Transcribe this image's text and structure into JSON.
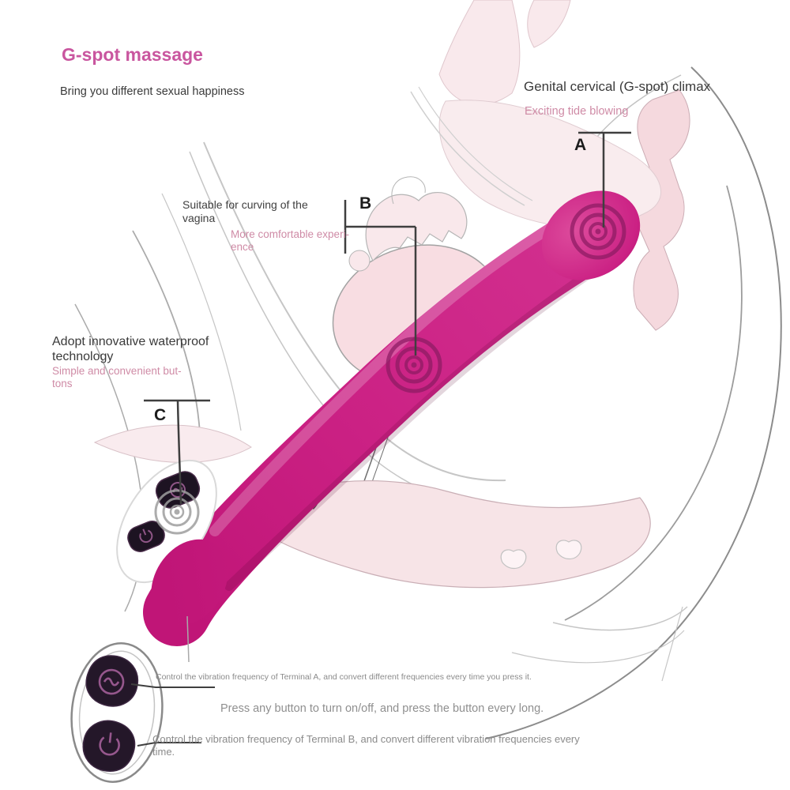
{
  "header": {
    "title": "G-spot massage",
    "subtitle": "Bring you different sexual happiness"
  },
  "annotations": {
    "a": {
      "letter": "A",
      "heading": "Genital cervical (G-spot) climax",
      "sub": "Exciting tide blowing"
    },
    "b": {
      "letter": "B",
      "heading_line1": "Suitable for curving of the",
      "heading_line2": "vagina",
      "sub_line1": "More comfortable experi-",
      "sub_line2": "ence"
    },
    "c": {
      "letter": "C",
      "heading_line1": "Adopt innovative waterproof",
      "heading_line2": "technology",
      "sub_line1": "Simple and convenient but-",
      "sub_line2": "tons"
    }
  },
  "captions": {
    "terminal_a": "Control the vibration frequency of Terminal A, and convert different frequencies every time you press it.",
    "power": "Press any button to turn on/off, and press the button every long.",
    "terminal_b_line1": "Control the vibration frequency of Terminal B, and convert different vibration frequencies every",
    "terminal_b_line2": "time."
  },
  "remote": {
    "buttons": [
      {
        "icon": "wave-icon"
      },
      {
        "icon": "power-icon"
      }
    ]
  },
  "product": {
    "buttons": [
      {
        "icon": "wave-icon"
      },
      {
        "icon": "power-icon"
      }
    ],
    "vibration_points": [
      "tip",
      "mid-shaft",
      "base"
    ]
  },
  "colors": {
    "page-bg": "#ffffff",
    "accent-pink": "#c9569f",
    "soft-pink-text": "#cf8ba6",
    "heading-text": "#3a3a3a",
    "caption-gray": "#8b8b8b",
    "marker-black": "#1c1c1c",
    "product-magenta": "#cb2184",
    "product-magenta-dark": "#a90e66",
    "button-dark": "#1d1322",
    "anatomy-pink": "#f8dde2"
  }
}
